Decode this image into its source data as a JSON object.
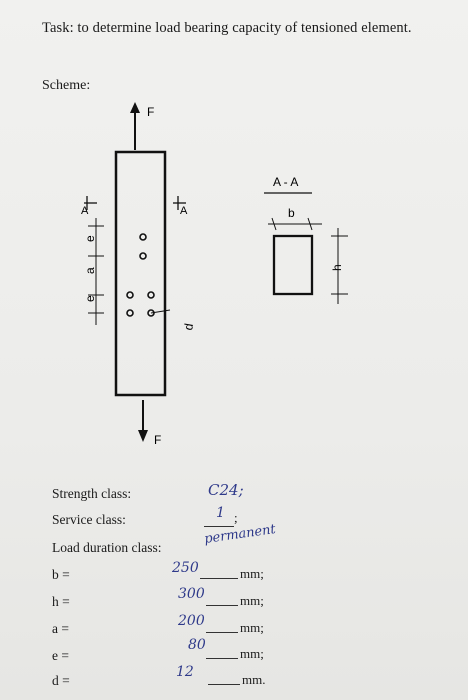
{
  "task": "Task: to determine load bearing capacity of tensioned element.",
  "scheme_label": "Scheme:",
  "diagram": {
    "force_top": "F",
    "force_bottom": "F",
    "section_mark": "A",
    "section_title": "A - A",
    "dim_b": "b",
    "dim_h": "h",
    "dim_e": "e",
    "dim_a": "a",
    "dim_d": "d"
  },
  "params": {
    "strength_class_label": "Strength class:",
    "strength_class_value": "C24;",
    "service_class_label": "Service class:",
    "service_class_value": "1",
    "service_class_suffix": ";",
    "load_duration_label": "Load duration class:",
    "load_duration_value": "permanent",
    "rows": [
      {
        "label": "b =",
        "value": "250",
        "unit": "mm;"
      },
      {
        "label": "h =",
        "value": "300",
        "unit": "mm;"
      },
      {
        "label": "a =",
        "value": "200",
        "unit": "mm;"
      },
      {
        "label": "e =",
        "value": "80",
        "unit": "mm;"
      },
      {
        "label": "d =",
        "value": "12",
        "unit": "mm."
      }
    ]
  }
}
